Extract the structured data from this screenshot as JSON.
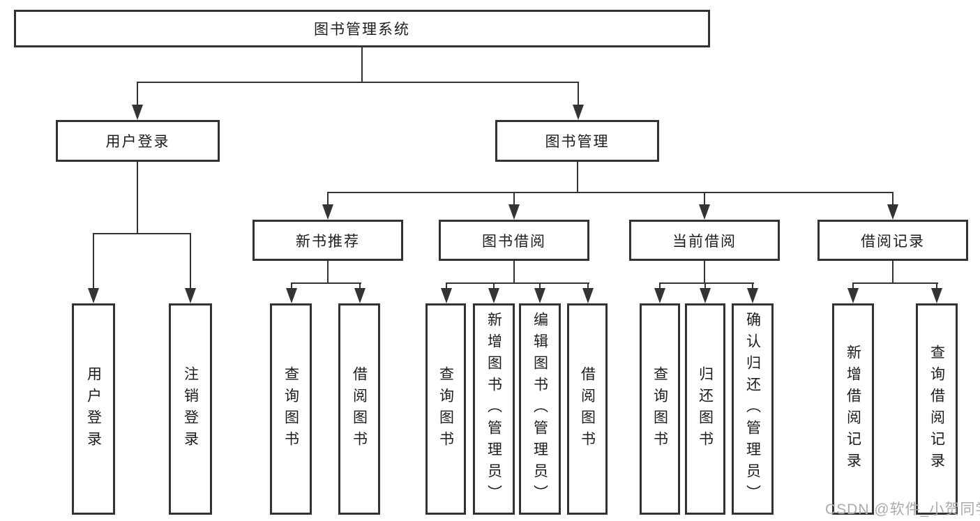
{
  "diagram_title": "图书管理系统",
  "tree": {
    "root": {
      "label": "图书管理系统"
    },
    "children": [
      {
        "label": "用户登录",
        "leaves": [
          "用户登录",
          "注销登录"
        ]
      },
      {
        "label": "图书管理",
        "children": [
          {
            "label": "新书推荐",
            "leaves": [
              "查询图书",
              "借阅图书"
            ]
          },
          {
            "label": "图书借阅",
            "leaves": [
              "查询图书",
              "新增图书（管理员）",
              "编辑图书（管理员）",
              "借阅图书"
            ]
          },
          {
            "label": "当前借阅",
            "leaves": [
              "查询图书",
              "归还图书",
              "确认归还（管理员）"
            ]
          },
          {
            "label": "借阅记录",
            "leaves": [
              "新增借阅记录",
              "查询借阅记录"
            ]
          }
        ]
      }
    ]
  },
  "watermark": "CSDN @软件_小贺同学",
  "colors": {
    "line": "#333333",
    "text": "#1c1c1c",
    "background": "#ffffff",
    "watermark": "#ababab"
  }
}
